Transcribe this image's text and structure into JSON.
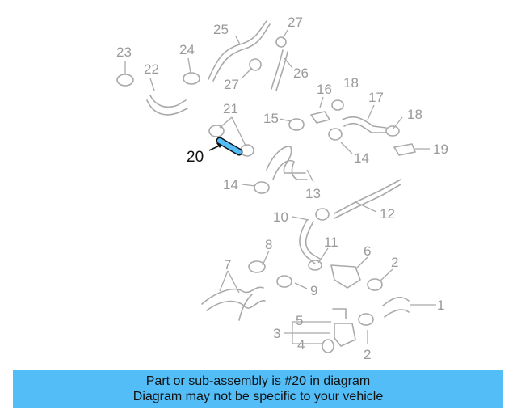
{
  "diagram": {
    "highlight_label": "20",
    "labels": [
      "1",
      "2",
      "2",
      "3",
      "4",
      "5",
      "6",
      "7",
      "8",
      "9",
      "10",
      "11",
      "12",
      "13",
      "14",
      "14",
      "15",
      "16",
      "17",
      "18",
      "18",
      "19",
      "21",
      "22",
      "23",
      "24",
      "25",
      "26",
      "27",
      "27"
    ],
    "colors": {
      "highlight": "#52bdf7",
      "part": "#a9a9a9",
      "banner": "#52bdf7"
    }
  },
  "banner": {
    "line1": "Part or sub-assembly is #20 in diagram",
    "line2": "Diagram may not be specific to your vehicle"
  }
}
